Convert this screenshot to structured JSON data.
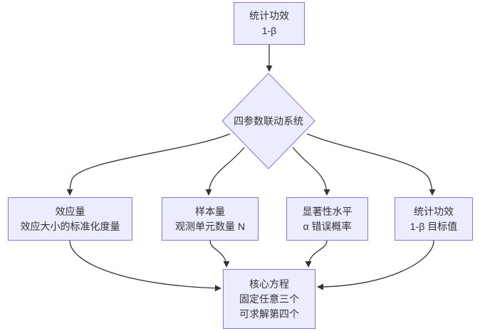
{
  "diagram": {
    "type": "flowchart",
    "colors": {
      "node_fill": "#ECECFF",
      "node_border": "#9370DB",
      "edge_color": "#333333",
      "text_color": "#333333",
      "background": "#ffffff"
    },
    "nodes": {
      "power_top": {
        "lines": [
          "统计功效",
          "1-β"
        ]
      },
      "system": {
        "label": "四参数联动系统"
      },
      "effect_size": {
        "lines": [
          "效应量",
          "效应大小的标准化度量"
        ]
      },
      "sample_size": {
        "lines": [
          "样本量",
          "观测单元数量 N"
        ]
      },
      "significance": {
        "lines": [
          "显著性水平",
          "α 错误概率"
        ]
      },
      "power_target": {
        "lines": [
          "统计功效",
          "1-β 目标值"
        ]
      },
      "core_equation": {
        "lines": [
          "核心方程",
          "固定任意三个",
          "可求解第四个"
        ]
      }
    },
    "edges": [
      {
        "from": "power_top",
        "to": "system"
      },
      {
        "from": "system",
        "to": "effect_size"
      },
      {
        "from": "system",
        "to": "sample_size"
      },
      {
        "from": "system",
        "to": "significance"
      },
      {
        "from": "system",
        "to": "power_target"
      },
      {
        "from": "effect_size",
        "to": "core_equation"
      },
      {
        "from": "sample_size",
        "to": "core_equation"
      },
      {
        "from": "significance",
        "to": "core_equation"
      },
      {
        "from": "power_target",
        "to": "core_equation"
      }
    ]
  }
}
